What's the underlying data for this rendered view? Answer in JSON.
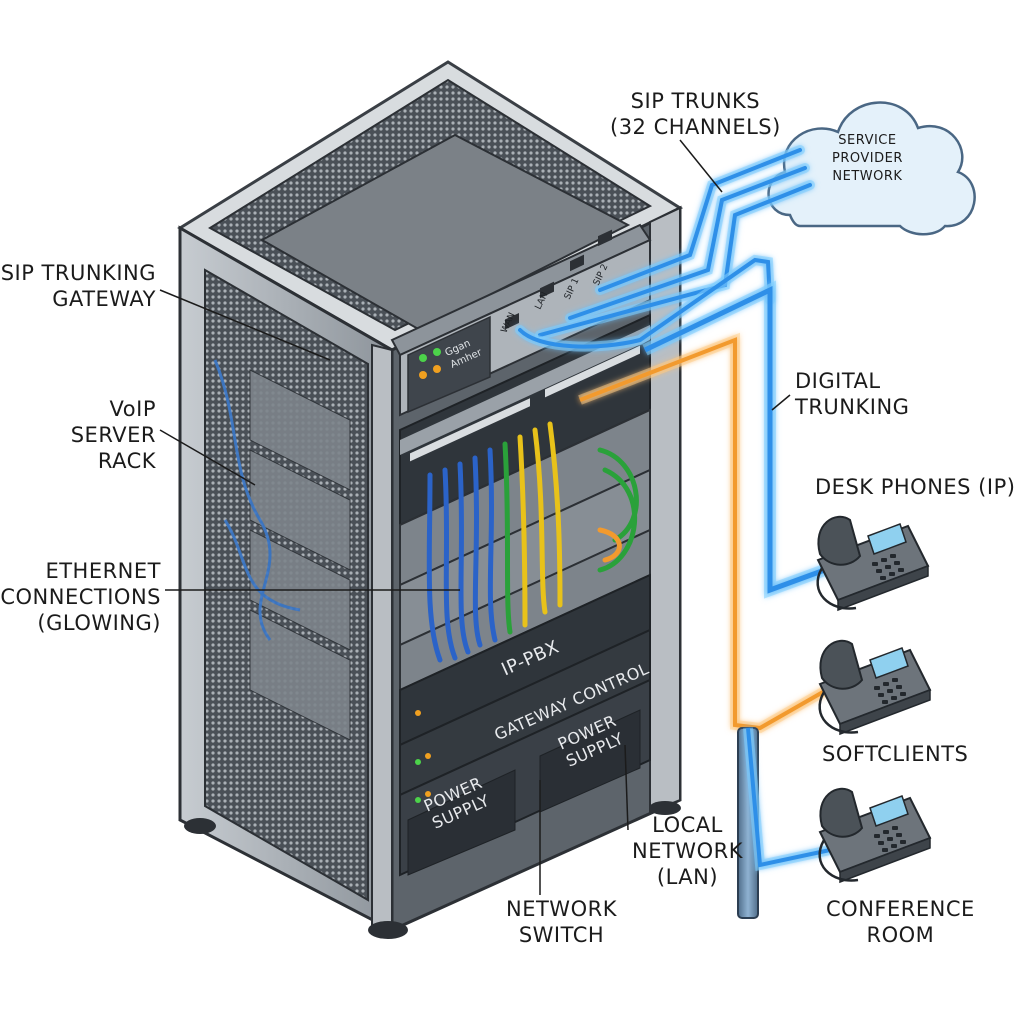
{
  "labels": {
    "sip_trunks": [
      "SIP TRUNKS",
      "(32 CHANNELS)"
    ],
    "service_provider": [
      "SERVICE",
      "PROVIDER",
      "NETWORK"
    ],
    "sip_trunking_gateway": [
      "SIP TRUNKING",
      "GATEWAY"
    ],
    "voip_server_rack": [
      "VoIP",
      "SERVER",
      "RACK"
    ],
    "ethernet_connections": [
      "ETHERNET",
      "CONNECTIONS",
      "(GLOWING)"
    ],
    "digital_trunking": [
      "DIGITAL",
      "TRUNKING"
    ],
    "desk_phones": "DESK PHONES (IP)",
    "softclients": "SOFTCLIENTS",
    "conference_room": [
      "CONFERENCE",
      "ROOM"
    ],
    "local_network": [
      "LOCAL",
      "NETWORK",
      "(LAN)"
    ],
    "network_switch": [
      "NETWORK",
      "SWITCH"
    ]
  },
  "rack_panels": {
    "ip_pbx": "IP-PBX",
    "gateway_control": "GATEWAY CONTROL",
    "power_supply_left": [
      "POWER",
      "SUPPLY"
    ],
    "power_supply_right": [
      "POWER",
      "SUPPLY"
    ]
  },
  "gateway_device": {
    "name_lines": [
      "Ggan",
      "Amher"
    ],
    "ports": [
      "WAN",
      "LAN",
      "SIP 1",
      "SIP 2"
    ]
  },
  "colors": {
    "trunk_blue": "#2f8fe8",
    "trunk_glow": "#7fd0ff",
    "lan_orange": "#f29a2e",
    "cable_yellow": "#e8c21a",
    "cable_green": "#2aa13a",
    "cable_blue": "#2b63c8",
    "rack_body": "#8e959c",
    "rack_dark": "#3a3f45",
    "led_green": "#4cd34a",
    "led_orange": "#f0a020"
  }
}
